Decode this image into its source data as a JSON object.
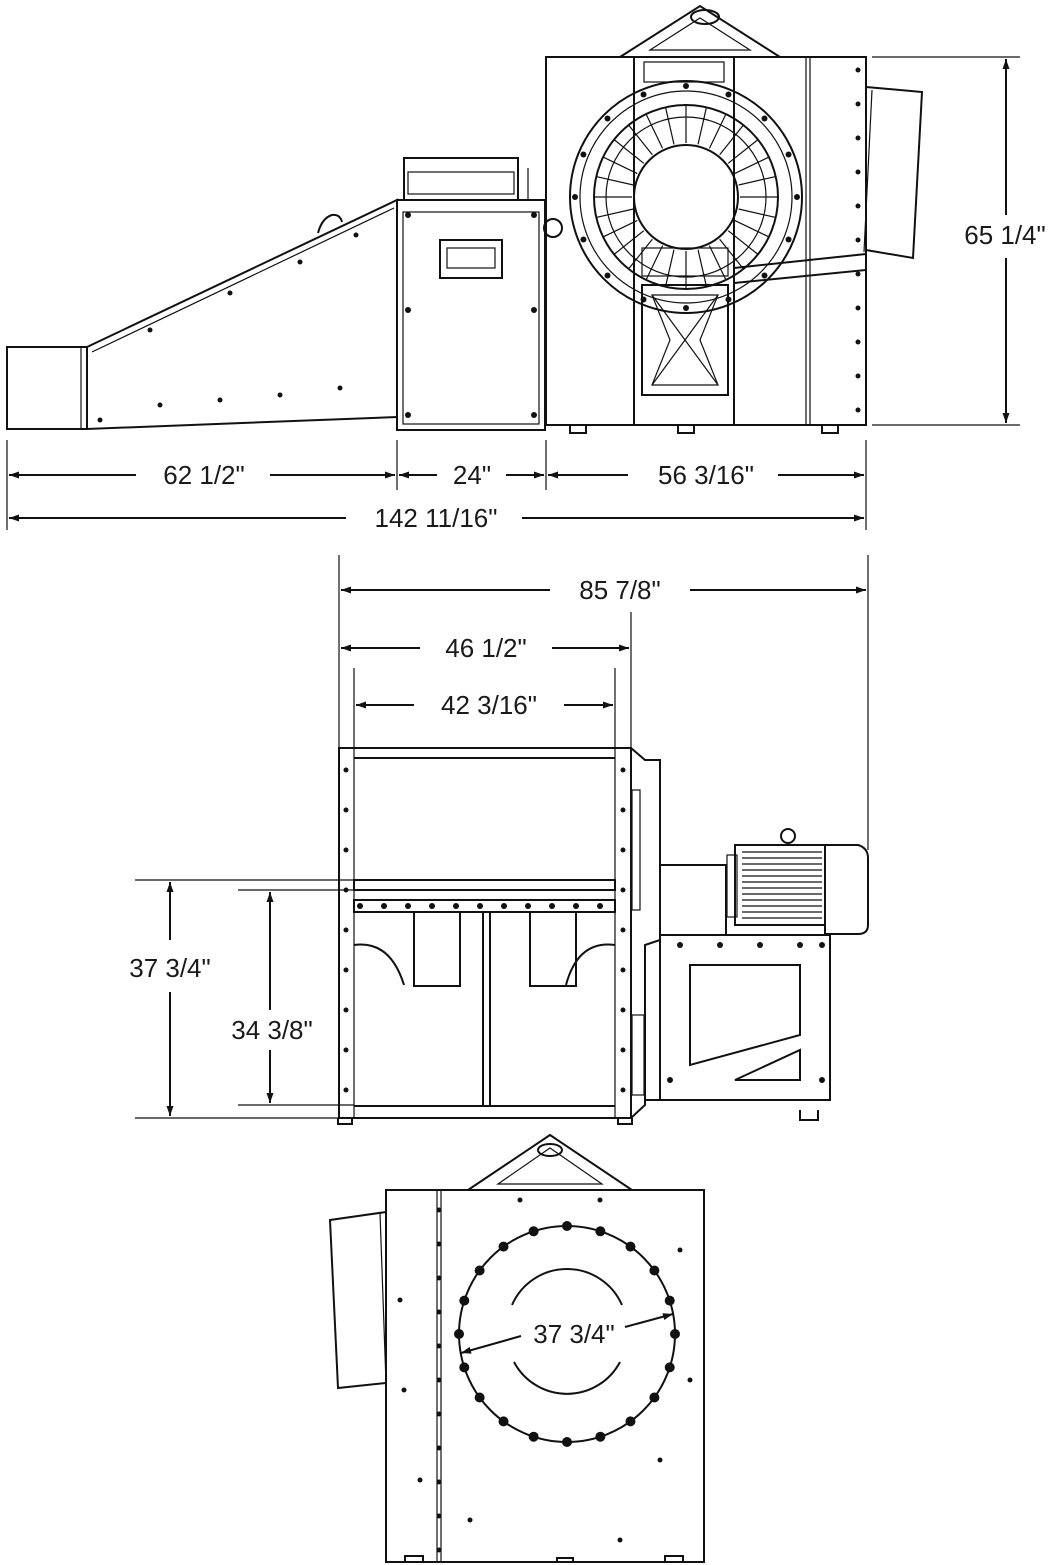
{
  "colors": {
    "ink": "#111111",
    "paper": "#ffffff"
  },
  "side_view": {
    "length_chute": "62 1/2\"",
    "length_frame": "24\"",
    "length_housing": "56 3/16\"",
    "length_overall": "142 11/16\"",
    "height_overall": "65 1/4\""
  },
  "front_view": {
    "width_overall": "85 7/8\"",
    "width_outer": "46 1/2\"",
    "width_inner": "42 3/16\"",
    "height_outer": "37 3/4\"",
    "height_inner": "34 3/8\""
  },
  "rear_view": {
    "opening_diameter": "37 3/4\""
  }
}
